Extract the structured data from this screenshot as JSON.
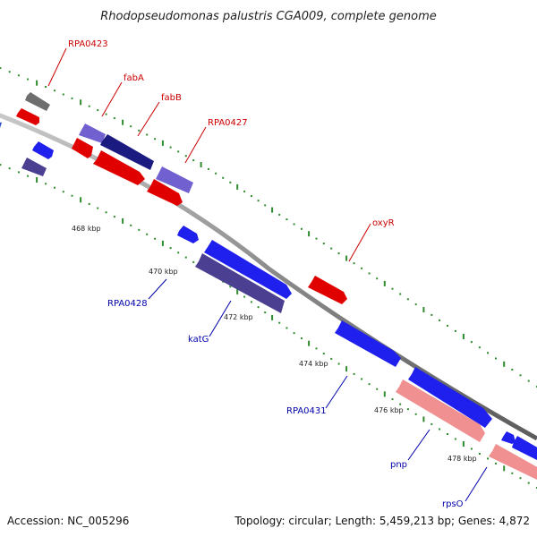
{
  "title": "Rhodopseudomonas palustris CGA009, complete genome",
  "footer": {
    "accession": "Accession: NC_005296",
    "summary": "Topology: circular; Length: 5,459,213 bp; Genes: 4,872"
  },
  "colors": {
    "background": "#ffffff",
    "backbone": "#8c8c8c",
    "tick_dot": "#2e8b2e",
    "label_red": "#cc0000",
    "label_blue": "#0000aa"
  },
  "tick_labels": [
    "468 kbp",
    "470 kbp",
    "472 kbp",
    "474 kbp",
    "476 kbp",
    "478 kbp"
  ],
  "feature_labels": {
    "rpa0423": "RPA0423",
    "faba": "fabA",
    "fabb": "fabB",
    "rpa0427": "RPA0427",
    "oxyr": "oxyR",
    "rpa0428": "RPA0428",
    "katg": "katG",
    "rpa0431": "RPA0431",
    "pnp": "pnp",
    "rpso": "rpsO"
  }
}
